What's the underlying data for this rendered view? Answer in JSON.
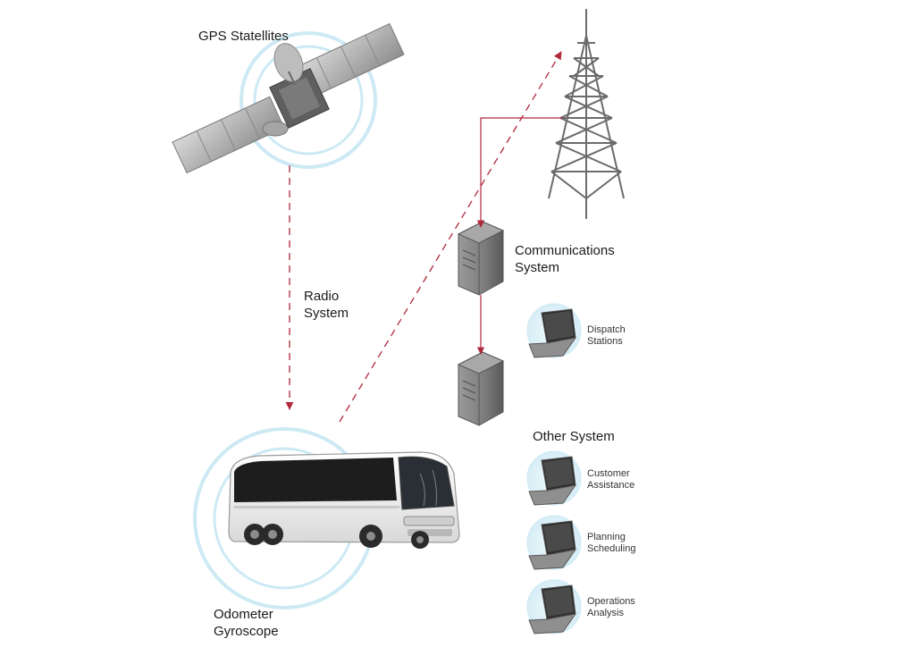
{
  "labels": {
    "gps": "GPS Statellites",
    "radio_line1": "Radio",
    "radio_line2": "System",
    "comm_line1": "Communications",
    "comm_line2": "System",
    "dispatch_line1": "Dispatch",
    "dispatch_line2": "Stations",
    "other_system": "Other System",
    "customer_line1": "Customer",
    "customer_line2": "Assistance",
    "planning_line1": "Planning",
    "planning_line2": "Scheduling",
    "operations_line1": "Operations",
    "operations_line2": "Analysis",
    "odometer_line1": "Odometer",
    "odometer_line2": "Gyroscope"
  },
  "colors": {
    "arrow": "#b0283c",
    "ring": "#cdeaf4",
    "metal": "#6b6b6b",
    "server": "#7a7a7a"
  }
}
